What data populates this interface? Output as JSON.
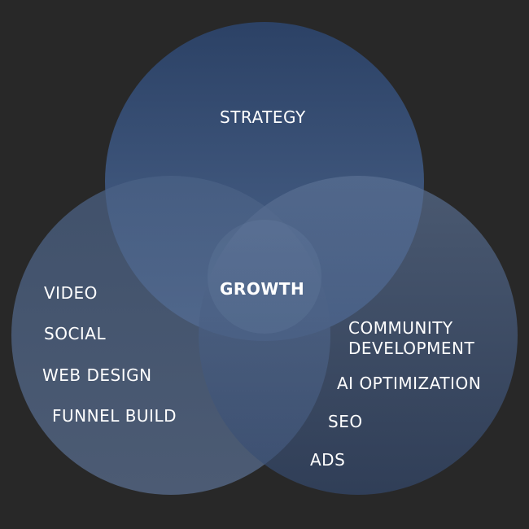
{
  "diagram": {
    "center_label": "GROWTH",
    "circles": [
      {
        "id": "top",
        "labels": [
          "STRATEGY"
        ]
      },
      {
        "id": "left",
        "labels": [
          "VIDEO",
          "SOCIAL",
          "WEB DESIGN",
          "FUNNEL BUILD"
        ]
      },
      {
        "id": "right",
        "labels": [
          "COMMUNITY DEVELOPMENT",
          "AI OPTIMIZATION",
          "SEO",
          "ADS"
        ]
      }
    ],
    "colors": {
      "background": "#282828",
      "circle_fill": "#5f7faa",
      "text": "#ffffff"
    }
  }
}
